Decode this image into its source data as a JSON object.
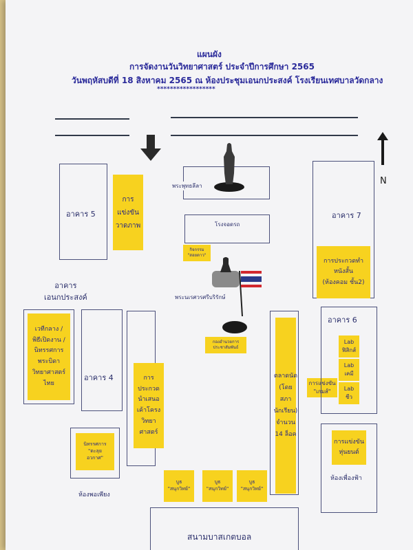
{
  "header": {
    "line1": "แผนผัง",
    "line2": "การจัดงานวันวิทยาศาสตร์ ประจำปีการศึกษา 2565",
    "line3": "วันพฤหัสบดีที่ 18 สิงหาคม 2565 ณ ห้องประชุมเอนกประสงค์ โรงเรียนเทศบาลวัดกลาง",
    "line4": "******************"
  },
  "compass": {
    "label": "N"
  },
  "labels": {
    "building5": "อาคาร 5",
    "building7": "อาคาร 7",
    "building4": "อาคาร 4",
    "building6": "อาคาร 6",
    "multipurpose": "อาคาร\nเอนกประสงค์",
    "buddha": "พระพุทธลีลา",
    "garage": "โรงจอดรถ",
    "monument": "พระนเรศวรศรีบริรักษ์",
    "music_room": "ห้องพอเพียง",
    "robot_room": "ห้องเพื่องฟ้า",
    "court": "สนามบาสเกตบอล"
  },
  "booths": {
    "drawing": "การ\nแข่งขัน\nวาดภาพ",
    "short_film": "การประกวดทำ\nหนังสั้น\n(ห้องคอม ชั้น2)",
    "stage": "เวทีกลาง /\nพิธีเปิดงาน /\nนิทรรศการ\nพระบิดา\nวิทยาศาสตร์\nไทย",
    "project": "การ\nประกวด\nนำเสนอ\nเค้าโครง\nวิทยา\nศาสตร์",
    "market": "ตลาดนัด\n(โดยสภา\nนักเรียน)\nจำนวน\n14 ล็อค",
    "rocket": "การแข่งขัน\n\"เกมส์\"",
    "lab_physics": "Lab\nฟิสิกส์",
    "lab_chem": "Lab\nเคมี",
    "lab_bio": "Lab\nชีว",
    "robot": "การแข่งขัน\nหุ่นยนต์",
    "space": "นิทรรศการ\n\"ตะลุย\nอวกาศ\"",
    "activity": "กิจกรรม\n\"สอยดาว\"",
    "reception": "กองอำนวยการ\nประชาสัมพันธ์",
    "fun1": "บูธ\n\"สนุกวิทย์\"",
    "fun2": "บูธ\n\"สนุกวิทย์\"",
    "fun3": "บูธ\n\"สนุกวิทย์\""
  },
  "colors": {
    "booth": "#f7d21f",
    "text": "#1c1c8c",
    "flag_red": "#d2282e",
    "flag_blue": "#2a3a8a"
  }
}
